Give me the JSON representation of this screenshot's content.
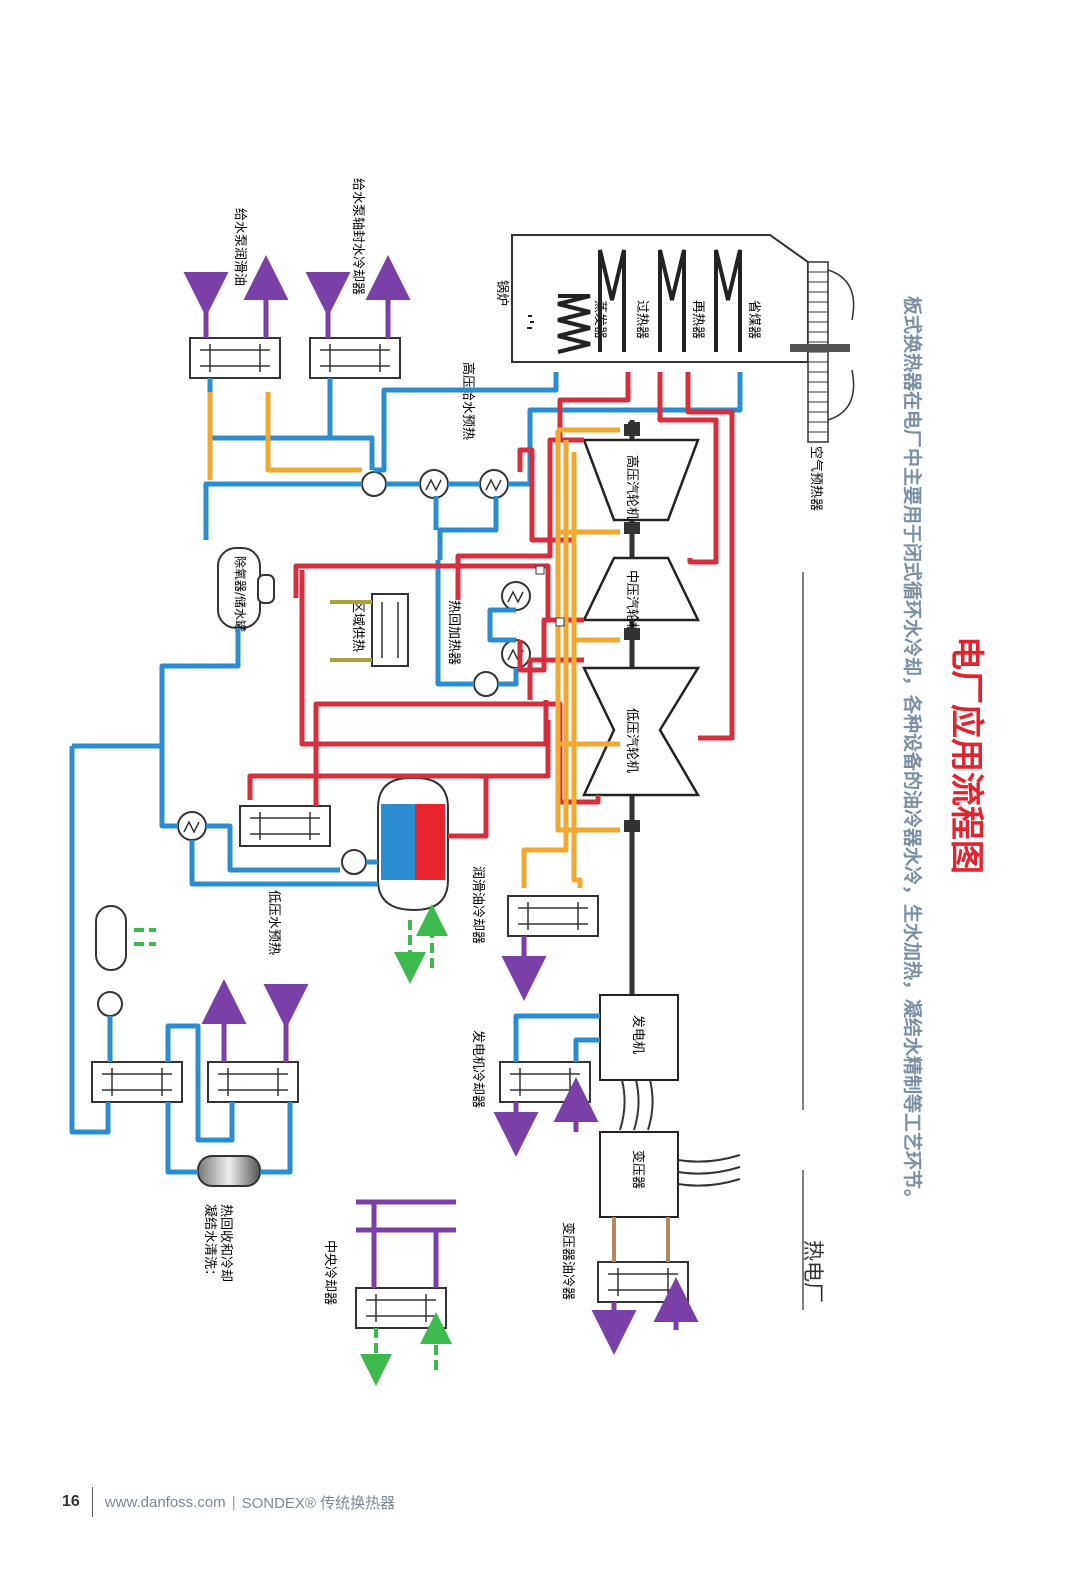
{
  "title": "电厂应用流程图",
  "subtitle": "板式换热器在电厂中主要用于闭式循环水冷却，各种设备的油冷器水冷，生水加热，凝结水精制等工艺环节。",
  "section": "热电厂",
  "labels": {
    "air_preheater": "空气预热器",
    "boiler": "锅炉",
    "evaporator": "蒸发器",
    "superheater": "过热器",
    "reheater": "再热器",
    "economizer": "省煤器",
    "hp_turbine": "高压汽轮机",
    "ip_turbine": "中压汽轮机",
    "lp_turbine": "低压汽轮机",
    "generator": "发电机",
    "transformer": "变压器",
    "fw_pump_lube": "给水泵润滑油",
    "fw_pump_seal": "给水泵轴封水冷却器",
    "hp_fw_preheat": "高压给水预热",
    "deaerator": "除氧器/储水罐",
    "district_heating": "区域供热",
    "heat_return": "热回加热器",
    "lp_preheat": "低压水预热",
    "lube_cooler": "润滑油冷却器",
    "gen_cooler": "发电机冷却器",
    "transformer_cooler": "变压器油冷器",
    "condensate": "凝结水清洗：\n热回收和冷却",
    "central_cooler": "中央冷却器"
  },
  "colors": {
    "blue": "#2b8ccf",
    "red": "#d32f3e",
    "orange": "#f0a830",
    "purple": "#7b3fa8",
    "green": "#3dba4e",
    "olive": "#a8a23a",
    "brown": "#b08868",
    "title": "#e0252f",
    "subtitle": "#7b8fa3"
  },
  "footer": {
    "page": "16",
    "url": "www.danfoss.com",
    "brand": "SONDEX® 传统换热器"
  }
}
